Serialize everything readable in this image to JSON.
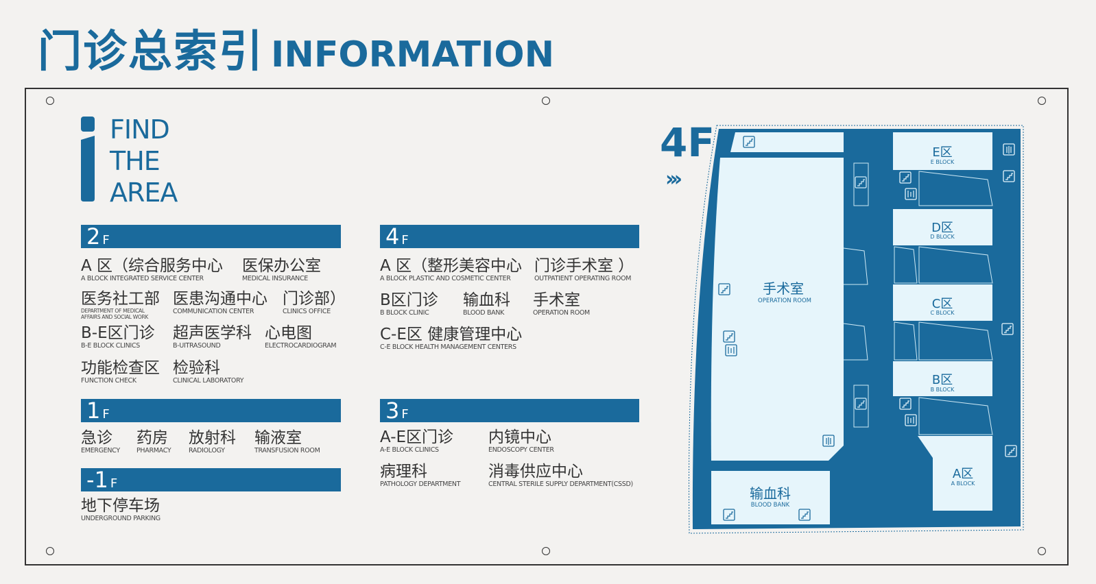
{
  "header": {
    "title_cn": "门诊总索引",
    "title_en": "INFORMATION"
  },
  "find_area": {
    "line1": "FIND",
    "line2": "THE",
    "line3": "AREA"
  },
  "colors": {
    "brand": "#1a6a9c",
    "room": "#e6f5fb",
    "background": "#f3f2f0"
  },
  "floors": {
    "f2": {
      "label": "2",
      "suffix": "F",
      "items": [
        {
          "cn": "A 区（综合服务中心",
          "en": "A BLOCK    INTEGRATED SERVICE CENTER"
        },
        {
          "cn": "医保办公室",
          "en": "MEDICAL INSURANCE"
        },
        {
          "cn": "医务社工部",
          "en": "DEPARTMENT OF MEDICAL",
          "en2": "AFFAIRS AND SOCIAL WORK"
        },
        {
          "cn": "医患沟通中心",
          "en": "COMMUNICATION CENTER"
        },
        {
          "cn": "门诊部）",
          "en": "CLINICS OFFICE"
        },
        {
          "cn": "B-E区门诊",
          "en": "B-E BLOCK CLINICS"
        },
        {
          "cn": "超声医学科",
          "en": "B-UITRASOUND"
        },
        {
          "cn": "心电图",
          "en": "ELECTROCARDIOGRAM"
        },
        {
          "cn": "功能检查区",
          "en": "FUNCTION CHECK"
        },
        {
          "cn": "检验科",
          "en": "CLINICAL LABORATORY"
        }
      ]
    },
    "f1": {
      "label": "1",
      "suffix": "F",
      "items": [
        {
          "cn": "急诊",
          "en": "EMERGENCY"
        },
        {
          "cn": "药房",
          "en": "PHARMACY"
        },
        {
          "cn": "放射科",
          "en": "RADIOLOGY"
        },
        {
          "cn": "输液室",
          "en": "TRANSFUSION ROOM"
        }
      ]
    },
    "fb1": {
      "label": "-1",
      "suffix": "F",
      "items": [
        {
          "cn": "地下停车场",
          "en": "UNDERGROUND PARKING"
        }
      ]
    },
    "f4": {
      "label": "4",
      "suffix": "F",
      "items": [
        {
          "cn": "A 区（整形美容中心",
          "en": "A BLOCK    PLASTIC AND COSMETIC CENTER"
        },
        {
          "cn": "门诊手术室  ）",
          "en": "OUTPATIENT OPERATING ROOM"
        },
        {
          "cn": "B区门诊",
          "en": "B BLOCK CLINIC"
        },
        {
          "cn": "输血科",
          "en": "BLOOD BANK"
        },
        {
          "cn": "手术室",
          "en": "OPERATION ROOM"
        },
        {
          "cn": "C-E区 健康管理中心",
          "en": "C-E BLOCK HEALTH MANAGEMENT CENTERS"
        }
      ]
    },
    "f3": {
      "label": "3",
      "suffix": "F",
      "items": [
        {
          "cn": "A-E区门诊",
          "en": "A-E BLOCK CLINICS"
        },
        {
          "cn": "内镜中心",
          "en": "ENDOSCOPY CENTER"
        },
        {
          "cn": "病理科",
          "en": "PATHOLOGY DEPARTMENT"
        },
        {
          "cn": "消毒供应中心",
          "en": "CENTRAL STERILE SUPPLY DEPARTMENT(CSSD)"
        }
      ]
    }
  },
  "map": {
    "floor": "4F",
    "arrows": "›››",
    "rooms": {
      "operation": {
        "cn": "手术室",
        "en": "OPERATION ROOM"
      },
      "blood": {
        "cn": "输血科",
        "en": "BLOOD BANK"
      },
      "e": {
        "cn": "E区",
        "en": "E BLOCK"
      },
      "d": {
        "cn": "D区",
        "en": "D BLOCK"
      },
      "c": {
        "cn": "C区",
        "en": "C BLOCK"
      },
      "b": {
        "cn": "B区",
        "en": "B BLOCK"
      },
      "a": {
        "cn": "A区",
        "en": "A BLOCK"
      }
    }
  }
}
